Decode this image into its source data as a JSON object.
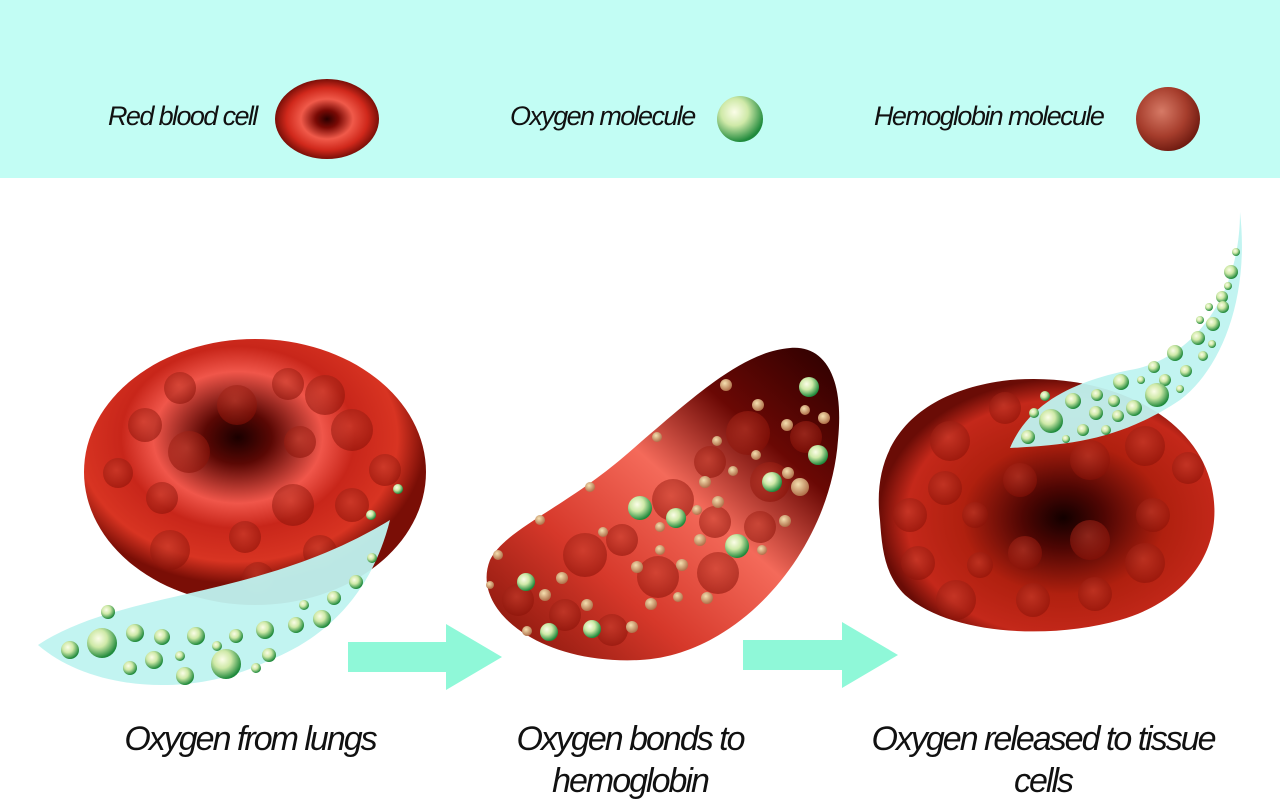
{
  "legend": {
    "red_blood_cell_label": "Red blood cell",
    "oxygen_molecule_label": "Oxygen molecule",
    "hemoglobin_molecule_label": "Hemoglobin molecule",
    "background_color": "#c2fdf4"
  },
  "stages": [
    {
      "caption": "Oxygen from lungs"
    },
    {
      "caption": "Oxygen bonds to hemoglobin"
    },
    {
      "caption": "Oxygen released to tissue cells"
    }
  ],
  "colors": {
    "cell_red": "#d8291b",
    "cell_dark": "#200000",
    "oxygen_green": "#2e9a4a",
    "oxygen_light": "#f3f8d0",
    "flow_arrow": "#8ff8d8",
    "stream": "#bff3f0"
  },
  "icons": {
    "flow_arrow": "arrow-right-icon",
    "oxygen": "oxygen-molecule-icon",
    "hemoglobin": "hemoglobin-molecule-icon",
    "cell": "red-blood-cell-icon"
  }
}
